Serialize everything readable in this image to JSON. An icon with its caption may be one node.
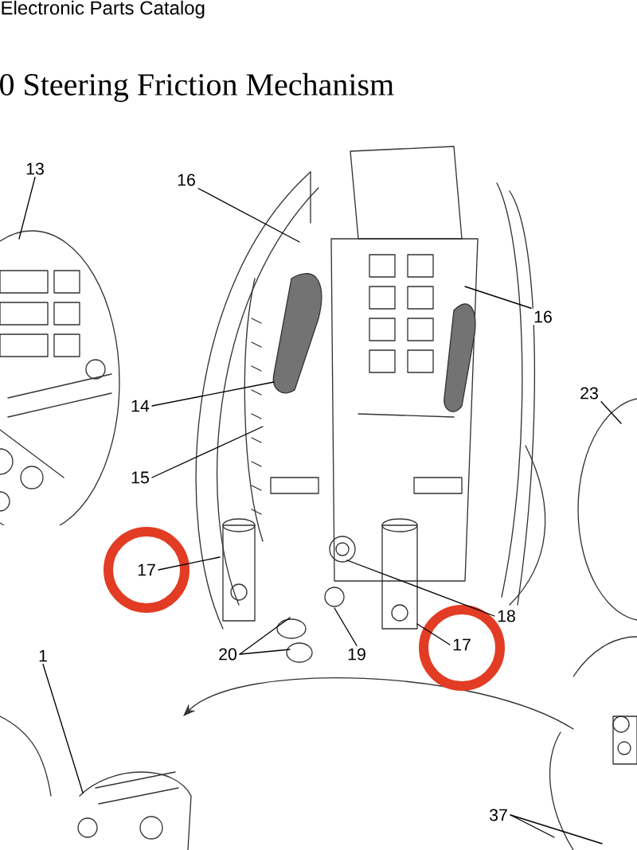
{
  "diagram": {
    "title": "0 Steering Friction Mechanism",
    "nodes": [
      {
        "text": [
          "13"
        ]
      },
      {
        "text": [
          "16"
        ]
      },
      {
        "text": [
          "16"
        ]
      },
      {
        "text": [
          "23"
        ]
      },
      {
        "text": [
          "14"
        ]
      },
      {
        "text": [
          "15"
        ]
      },
      {
        "text": [
          "17"
        ]
      },
      {
        "text": [
          "18"
        ]
      },
      {
        "text": [
          "20"
        ]
      },
      {
        "text": [
          "19"
        ]
      },
      {
        "text": [
          "17"
        ]
      },
      {
        "text": [
          "1"
        ]
      },
      {
        "text": [
          "37"
        ]
      }
    ],
    "edges": [
      {
        "from": 0,
        "to": null,
        "arrow": "none"
      },
      {
        "from": 1,
        "to": null,
        "arrow": "none"
      },
      {
        "from": 2,
        "to": null,
        "arrow": "none"
      },
      {
        "from": 3,
        "to": null,
        "arrow": "none"
      },
      {
        "from": 4,
        "to": null,
        "arrow": "none"
      },
      {
        "from": 5,
        "to": null,
        "arrow": "none"
      },
      {
        "from": 6,
        "to": null,
        "arrow": "none"
      },
      {
        "from": 7,
        "to": null,
        "arrow": "none"
      },
      {
        "from": 8,
        "to": null,
        "arrow": "none"
      },
      {
        "from": 8,
        "to": null,
        "arrow": "none"
      },
      {
        "from": 9,
        "to": null,
        "arrow": "none"
      },
      {
        "from": 10,
        "to": null,
        "arrow": "none"
      },
      {
        "from": 11,
        "to": null,
        "arrow": "none"
      },
      {
        "from": 12,
        "to": null,
        "arrow": "none"
      },
      {
        "from": 12,
        "to": null,
        "arrow": "none"
      }
    ],
    "labels": [
      "Electronic Parts Catalog"
    ]
  }
}
